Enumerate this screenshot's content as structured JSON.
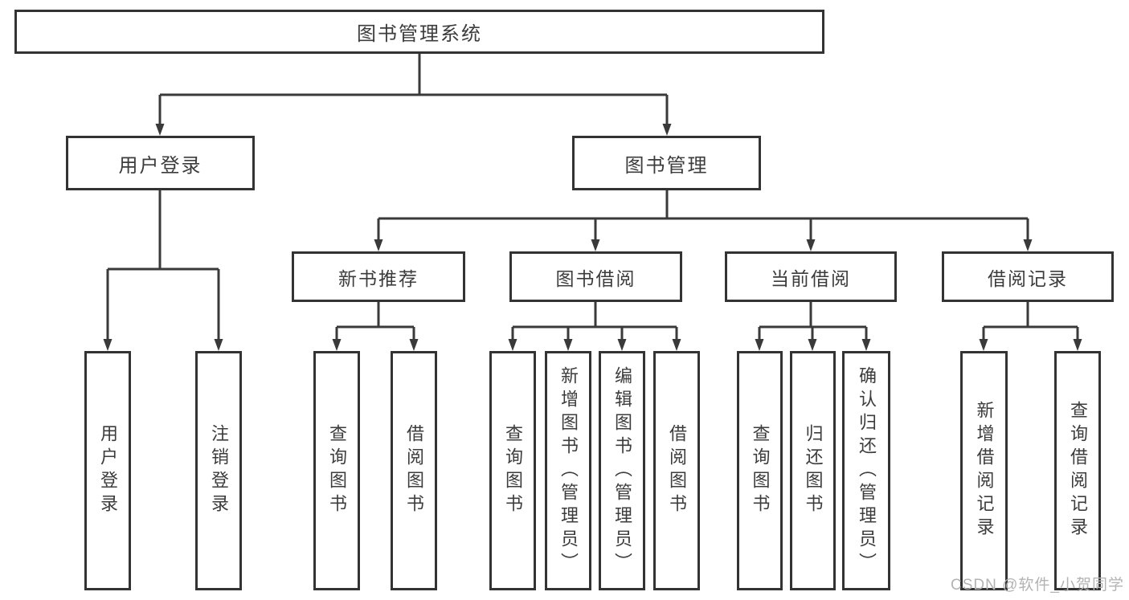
{
  "diagram": {
    "root": {
      "label": "图书管理系统"
    },
    "level2": [
      {
        "label": "用户登录"
      },
      {
        "label": "图书管理"
      }
    ],
    "level3": [
      {
        "label": "新书推荐"
      },
      {
        "label": "图书借阅"
      },
      {
        "label": "当前借阅"
      },
      {
        "label": "借阅记录"
      }
    ],
    "leaves": [
      {
        "label": "用户登录"
      },
      {
        "label": "注销登录"
      },
      {
        "label": "查询图书"
      },
      {
        "label": "借阅图书"
      },
      {
        "label": "查询图书"
      },
      {
        "label": "新增图书（管理员）"
      },
      {
        "label": "编辑图书（管理员）"
      },
      {
        "label": "借阅图书"
      },
      {
        "label": "查询图书"
      },
      {
        "label": "归还图书"
      },
      {
        "label": "确认归还（管理员）"
      },
      {
        "label": "新增借阅记录"
      },
      {
        "label": "查询借阅记录"
      }
    ],
    "watermark": "CSDN @软件_小贺同学",
    "colors": {
      "border": "#333333",
      "line": "#3a3a3a",
      "text": "#3c3c3c",
      "watermark": "#b3b3b3",
      "background": "#ffffff"
    }
  }
}
